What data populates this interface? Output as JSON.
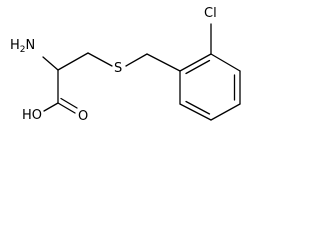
{
  "molecule": {
    "labels": {
      "amine": "H2N",
      "amine_h": "H",
      "amine_sub": "2",
      "amine_n": "N",
      "hydroxyl": "HO",
      "carbonyl_o": "O",
      "sulfur": "S",
      "chlorine": "Cl"
    }
  }
}
